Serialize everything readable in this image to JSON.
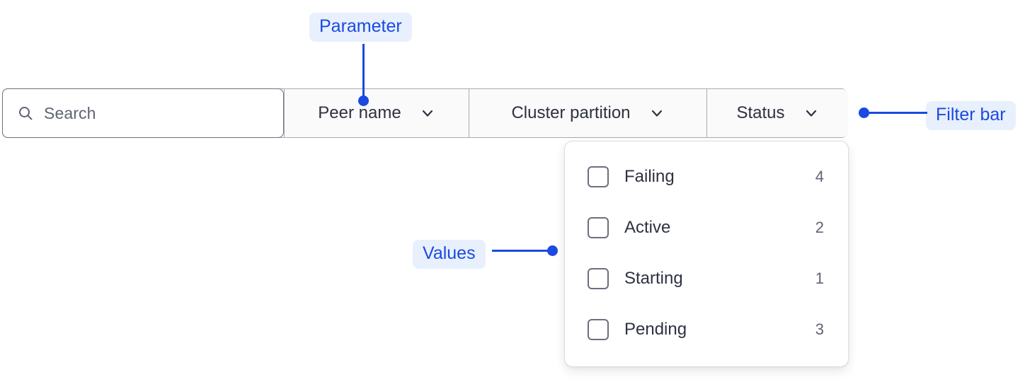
{
  "filter_bar": {
    "search": {
      "icon": "search-icon",
      "placeholder": "Search",
      "value": ""
    },
    "dropdowns": [
      {
        "label": "Peer name",
        "icon": "chevron-down-icon",
        "key": "peer-name"
      },
      {
        "label": "Cluster partition",
        "icon": "chevron-down-icon",
        "key": "cluster-partition"
      },
      {
        "label": "Status",
        "icon": "chevron-down-icon",
        "key": "status"
      }
    ]
  },
  "values_panel": {
    "open_for": "Status",
    "options": [
      {
        "label": "Failing",
        "count": "4",
        "checked": false
      },
      {
        "label": "Active",
        "count": "2",
        "checked": false
      },
      {
        "label": "Starting",
        "count": "1",
        "checked": false
      },
      {
        "label": "Pending",
        "count": "3",
        "checked": false
      }
    ]
  },
  "annotations": {
    "parameter": "Parameter",
    "filter_bar": "Filter bar",
    "values": "Values"
  },
  "colors": {
    "accent": "#1a4ae0",
    "annotation_chip_bg": "#e8f0fe",
    "filter_bar_border": "#a9aab4",
    "search_border": "#6b6f7e",
    "cell_bg": "#fafafa",
    "text_primary": "#2e3140",
    "text_secondary": "#5f6473",
    "panel_border": "#dcdde3"
  }
}
